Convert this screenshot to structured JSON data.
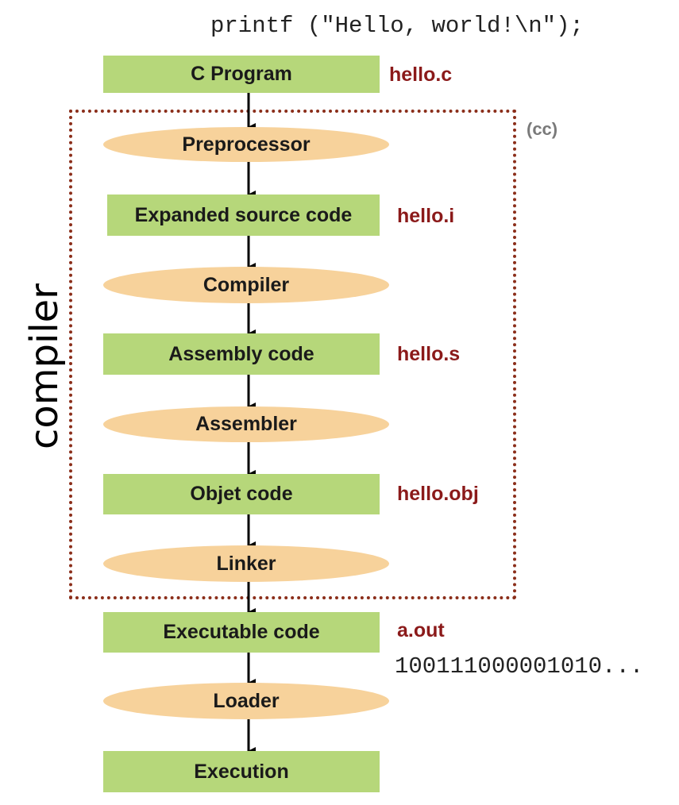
{
  "code_line": "printf (\"Hello, world!\\n\");",
  "group_label": "compiler",
  "group_tag": "(cc)",
  "binary_output": "100111000001010...",
  "steps": [
    {
      "label": "C Program",
      "shape": "box",
      "file": "hello.c"
    },
    {
      "label": "Preprocessor",
      "shape": "oval"
    },
    {
      "label": "Expanded source code",
      "shape": "box",
      "file": "hello.i"
    },
    {
      "label": "Compiler",
      "shape": "oval"
    },
    {
      "label": "Assembly code",
      "shape": "box",
      "file": "hello.s"
    },
    {
      "label": "Assembler",
      "shape": "oval"
    },
    {
      "label": "Objet code",
      "shape": "box",
      "file": "hello.obj"
    },
    {
      "label": "Linker",
      "shape": "oval"
    },
    {
      "label": "Executable code",
      "shape": "box",
      "file": "a.out"
    },
    {
      "label": "Loader",
      "shape": "oval"
    },
    {
      "label": "Execution",
      "shape": "box"
    }
  ],
  "colors": {
    "box": "#b6d77a",
    "oval": "#f7d29b",
    "filename": "#8b1a1a",
    "group_border": "#8b2e1a",
    "group_tag": "#7a7a7a"
  }
}
